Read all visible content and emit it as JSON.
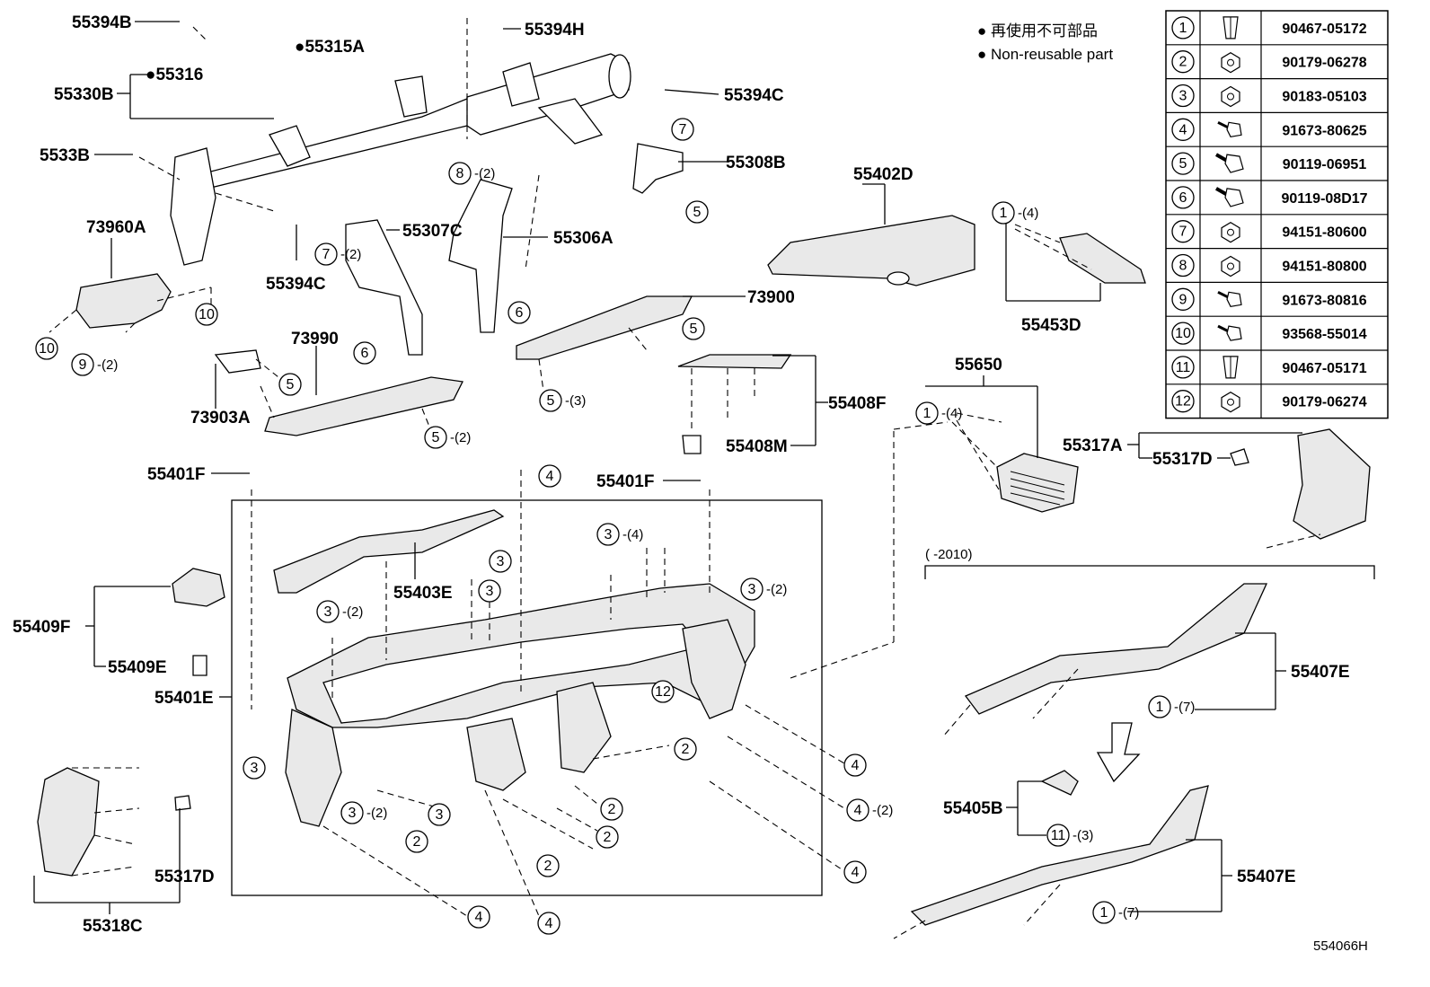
{
  "legend": {
    "jp": "● 再使用不可部品",
    "en": "● Non-reusable part"
  },
  "fastener_table": [
    {
      "num": "1",
      "part": "90467-05172",
      "icon": "clip-icon"
    },
    {
      "num": "2",
      "part": "90179-06278",
      "icon": "nut-icon"
    },
    {
      "num": "3",
      "part": "90183-05103",
      "icon": "nut-icon"
    },
    {
      "num": "4",
      "part": "91673-80625",
      "icon": "screw-icon"
    },
    {
      "num": "5",
      "part": "90119-06951",
      "icon": "bolt-icon"
    },
    {
      "num": "6",
      "part": "90119-08D17",
      "icon": "bolt-icon"
    },
    {
      "num": "7",
      "part": "94151-80600",
      "icon": "nut-icon"
    },
    {
      "num": "8",
      "part": "94151-80800",
      "icon": "nut-icon"
    },
    {
      "num": "9",
      "part": "91673-80816",
      "icon": "screw-icon"
    },
    {
      "num": "10",
      "part": "93568-55014",
      "icon": "screw-icon"
    },
    {
      "num": "11",
      "part": "90467-05171",
      "icon": "clip-icon"
    },
    {
      "num": "12",
      "part": "90179-06274",
      "icon": "nut-icon"
    }
  ],
  "part_labels": {
    "p55394B": "55394B",
    "p55315A": "●55315A",
    "p55394H": "55394H",
    "p55316": "●55316",
    "p55330B": "55330B",
    "p55394C_top": "55394C",
    "p5533B": "5533B",
    "p55308B": "55308B",
    "p55402D": "55402D",
    "p73960A": "73960A",
    "p55307C": "55307C",
    "p55306A": "55306A",
    "p55394C_mid": "55394C",
    "p73900": "73900",
    "p55453D": "55453D",
    "p73990": "73990",
    "p73903A": "73903A",
    "p55650": "55650",
    "p55408F": "55408F",
    "p55408M": "55408M",
    "p55401F_left": "55401F",
    "p55401F_right": "55401F",
    "p55317A": "55317A",
    "p55317D_top": "55317D",
    "p55403E": "55403E",
    "p55409F": "55409F",
    "p55409E": "55409E",
    "p55401E": "55401E",
    "p55407E_top": "55407E",
    "p55405B": "55405B",
    "p55407E_bottom": "55407E",
    "p55317D_bottom": "55317D",
    "p55318C": "55318C"
  },
  "callouts": {
    "c7_a": {
      "n": "7",
      "q": ""
    },
    "c8": {
      "n": "8",
      "q": "-(2)"
    },
    "c5_a": {
      "n": "5",
      "q": ""
    },
    "c7_b": {
      "n": "7",
      "q": "-(2)"
    },
    "c10_a": {
      "n": "10",
      "q": ""
    },
    "c10_b": {
      "n": "10",
      "q": ""
    },
    "c9": {
      "n": "9",
      "q": "-(2)"
    },
    "c6_a": {
      "n": "6",
      "q": ""
    },
    "c5_b": {
      "n": "5",
      "q": ""
    },
    "c6_b": {
      "n": "6",
      "q": ""
    },
    "c5_c": {
      "n": "5",
      "q": ""
    },
    "c5_d": {
      "n": "5",
      "q": "-(3)"
    },
    "c5_e": {
      "n": "5",
      "q": "-(2)"
    },
    "c1_a": {
      "n": "1",
      "q": "-(4)"
    },
    "c1_b": {
      "n": "1",
      "q": "-(4)"
    },
    "c4_a": {
      "n": "4",
      "q": ""
    },
    "c3_a": {
      "n": "3",
      "q": "-(4)"
    },
    "c3_b": {
      "n": "3",
      "q": ""
    },
    "c3_c": {
      "n": "3",
      "q": ""
    },
    "c3_d": {
      "n": "3",
      "q": "-(2)"
    },
    "c3_e": {
      "n": "3",
      "q": "-(2)"
    },
    "c12": {
      "n": "12",
      "q": ""
    },
    "c2_a": {
      "n": "2",
      "q": ""
    },
    "c3_f": {
      "n": "3",
      "q": ""
    },
    "c4_b": {
      "n": "4",
      "q": ""
    },
    "c4_c": {
      "n": "4",
      "q": "-(2)"
    },
    "c3_g": {
      "n": "3",
      "q": "-(2)"
    },
    "c2_b": {
      "n": "2",
      "q": ""
    },
    "c3_h": {
      "n": "3",
      "q": ""
    },
    "c2_c": {
      "n": "2",
      "q": ""
    },
    "c2_d": {
      "n": "2",
      "q": ""
    },
    "c2_e": {
      "n": "2",
      "q": ""
    },
    "c4_d": {
      "n": "4",
      "q": ""
    },
    "c4_e": {
      "n": "4",
      "q": ""
    },
    "c4_f": {
      "n": "4",
      "q": ""
    },
    "c1_c": {
      "n": "1",
      "q": "-(7)"
    },
    "c11": {
      "n": "11",
      "q": "-(3)"
    },
    "c1_d": {
      "n": "1",
      "q": "-(7)"
    }
  },
  "range_note": "(        -2010)",
  "ref_code": "554066H"
}
